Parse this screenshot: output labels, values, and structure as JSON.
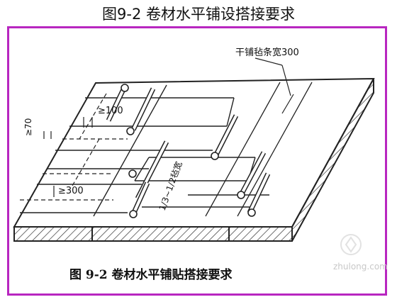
{
  "title": "图9-2 卷材水平铺设搭接要求",
  "caption": "图 9-2    卷材水平铺贴搭接要求",
  "labels": {
    "top_strip": "干铺毡条宽300",
    "lap_100": "≥100",
    "lap_70": "≥70",
    "lap_300": "≥300",
    "stagger": "1/3~1/2毡宽"
  },
  "watermark": "zhulong.com",
  "colors": {
    "frame": "#b826c0",
    "line": "#222222"
  }
}
